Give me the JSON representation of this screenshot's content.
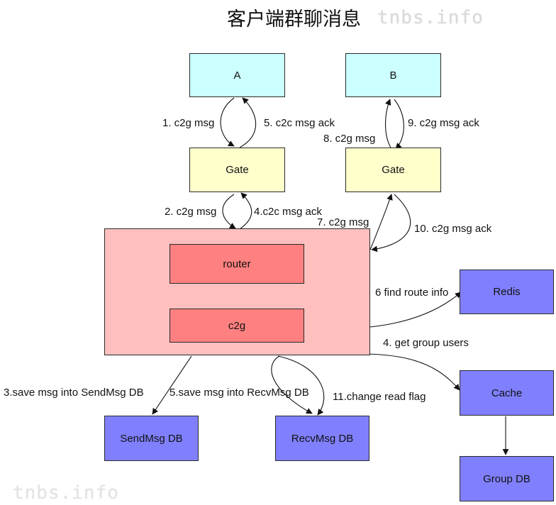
{
  "title": "客户端群聊消息",
  "watermark": "tnbs.info",
  "boxes": {
    "client_a": "A",
    "client_b": "B",
    "gate_left": "Gate",
    "gate_right": "Gate",
    "router": "router",
    "c2g": "c2g",
    "redis": "Redis",
    "cache": "Cache",
    "group_db": "Group DB",
    "sendmsg_db": "SendMsg DB",
    "recvmsg_db": "RecvMsg DB"
  },
  "edges": {
    "e1": "1. c2g msg",
    "e2": "2. c2g msg",
    "e3": "3.save msg into SendMsg DB",
    "e4": "4.c2c msg ack",
    "e4b": "4.  get group users",
    "e5": "5. c2c msg ack",
    "e5b": "5.save msg into RecvMsg DB",
    "e6": "6 find route info",
    "e7": "7. c2g msg",
    "e8": "8. c2g msg",
    "e9": "9. c2g msg ack",
    "e10": "10. c2g msg ack",
    "e11": "11.change read flag"
  },
  "colors": {
    "client": "#ccffff",
    "gate": "#ffffcc",
    "server": "#ffbfbf",
    "inner": "#ff8080",
    "store": "#8080ff"
  }
}
